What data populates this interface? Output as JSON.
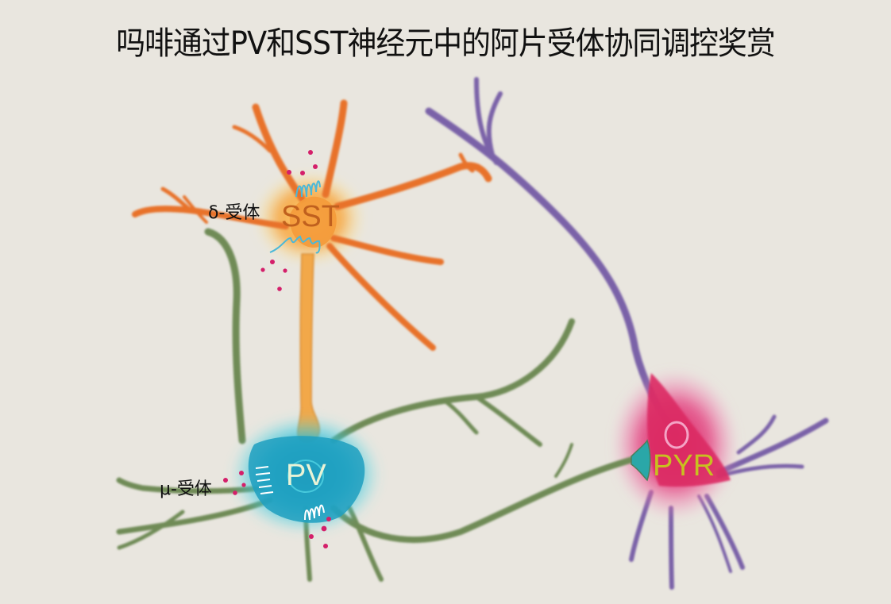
{
  "title": "吗啡通过PV和SST神经元中的阿片受体协同调控奖赏",
  "neurons": {
    "sst": {
      "label": "SST",
      "color": "#e8722a"
    },
    "pv": {
      "label": "PV",
      "color": "#23b4cf"
    },
    "pyr": {
      "label": "PYR",
      "color": "#e0336e"
    }
  },
  "receptors": {
    "delta": {
      "label": "δ-受体"
    },
    "mu": {
      "label": "μ-受体"
    }
  },
  "colors": {
    "background": "#e9e6df",
    "pv_axon": "#6f8b57",
    "pyr_dendrite": "#7a62a8",
    "sst_axon": "#f2a84a",
    "opioid_dots": "#d41f6a",
    "receptor_coil_sst": "#4ab8d8",
    "receptor_coil_pv": "#ffffff"
  }
}
